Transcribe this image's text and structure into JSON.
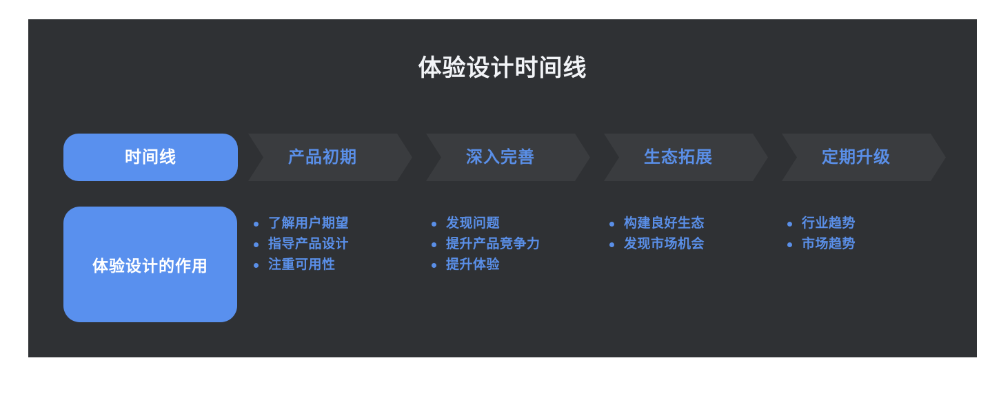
{
  "title": "体验设计时间线",
  "timeline": {
    "badge": "时间线",
    "role_box": "体验设计的作用"
  },
  "stages": [
    {
      "label": "产品初期",
      "points": [
        "了解用户期望",
        "指导产品设计",
        "注重可用性"
      ]
    },
    {
      "label": "深入完善",
      "points": [
        "发现问题",
        "提升产品竞争力",
        "提升体验"
      ]
    },
    {
      "label": "生态拓展",
      "points": [
        "构建良好生态",
        "发现市场机会"
      ]
    },
    {
      "label": "定期升级",
      "points": [
        "行业趋势",
        "市场趋势"
      ]
    }
  ],
  "colors": {
    "canvas_background": "#2f3134",
    "page_background": "#ffffff",
    "accent_blue_fill": "#5990ee",
    "blue_text": "#5a8fe8",
    "chevron_fill": "#3a3c3f",
    "title_text": "#f2f4f7"
  }
}
